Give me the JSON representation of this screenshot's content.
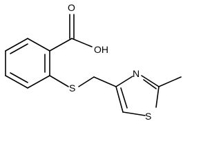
{
  "molecule": {
    "labels": {
      "hydroxyl": "OH",
      "carbonyl_oxygen": "O",
      "thioether_sulfur": "S",
      "ring_nitrogen": "N",
      "ring_sulfur": "S"
    }
  }
}
